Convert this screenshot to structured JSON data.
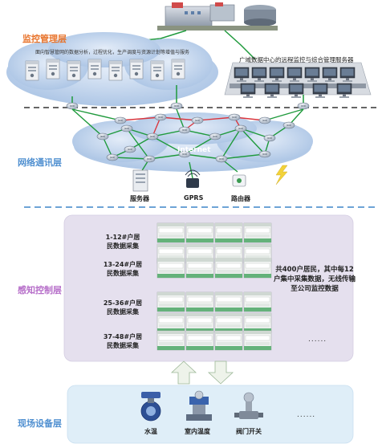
{
  "layers": {
    "monitor": "监控管理层",
    "network": "网络通讯层",
    "sense": "感知控制层",
    "field": "现场设备层"
  },
  "monitor": {
    "cloud_caption": "面向智慧管网的数据分析，过程优化，生产调度与资源计划等增值与服务",
    "server_caption": "广域数据中心的远程监控与综合管理服务器"
  },
  "network": {
    "internet": "Internet",
    "server": "服务器",
    "gprs": "GPRS",
    "router": "路由器"
  },
  "sense": {
    "groups": [
      {
        "line1": "1-12#户居",
        "line2": "民数据采集"
      },
      {
        "line1": "13-24#户居",
        "line2": "民数据采集"
      },
      {
        "line1": "25-36#户居",
        "line2": "民数据采集"
      },
      {
        "line1": "37-48#户居",
        "line2": "民数据采集"
      }
    ],
    "note": "共400户居民，其中每12户集中采集数据，无线传输至公司监控数据",
    "more": "......"
  },
  "field": {
    "devices": [
      "水温",
      "室内温度",
      "阀门开关"
    ],
    "more": "......"
  },
  "colors": {
    "monitor_title": "#e8742c",
    "network_title": "#4f8fd0",
    "sense_title": "#b66ec9",
    "sense_panel": "#e5e0ee",
    "field_panel": "#dfeef8",
    "cloud": "#c6d8ef",
    "link_green": "#1f9a3c",
    "link_red": "#d9363e"
  }
}
